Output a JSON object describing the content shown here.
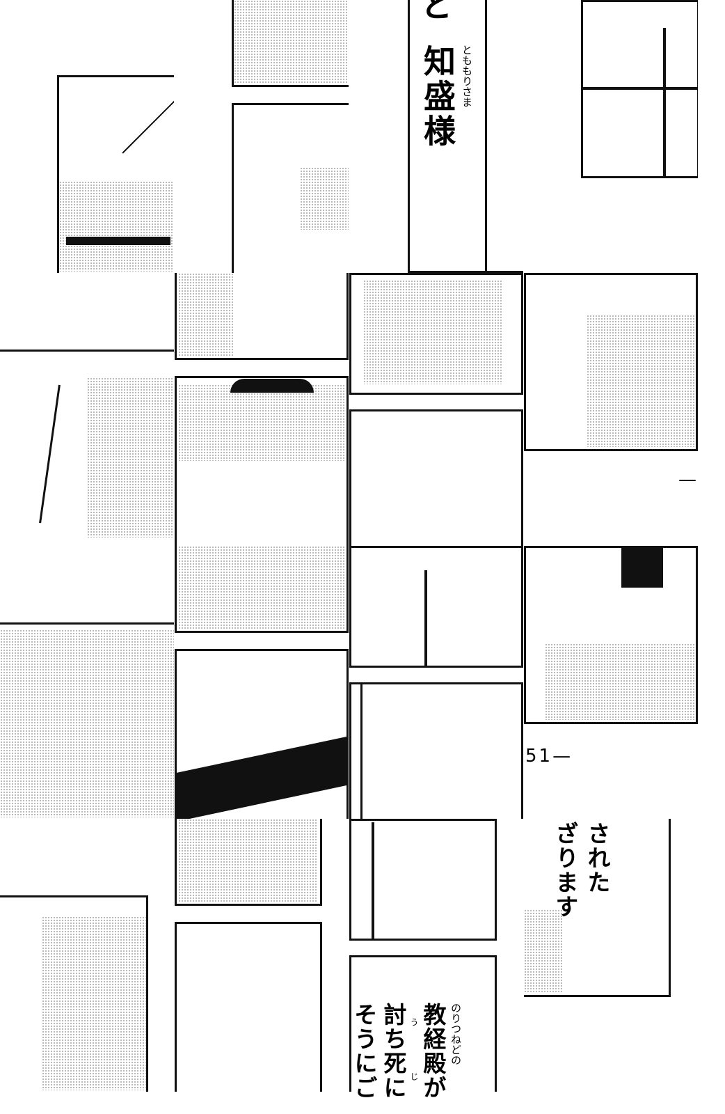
{
  "page": {
    "number_label": "51—",
    "dash": "—",
    "exclaim_char": "と",
    "name_line": "知盛様",
    "name_ruby": "とももりさま",
    "dialogue_right": [
      "された",
      "ざります"
    ],
    "dialogue_bottom": [
      "教経殿が",
      "討ち死に",
      "そうにご"
    ],
    "ruby_noritsune": "のりつねどの",
    "ruby_u": "う",
    "ruby_ji": "じ"
  }
}
